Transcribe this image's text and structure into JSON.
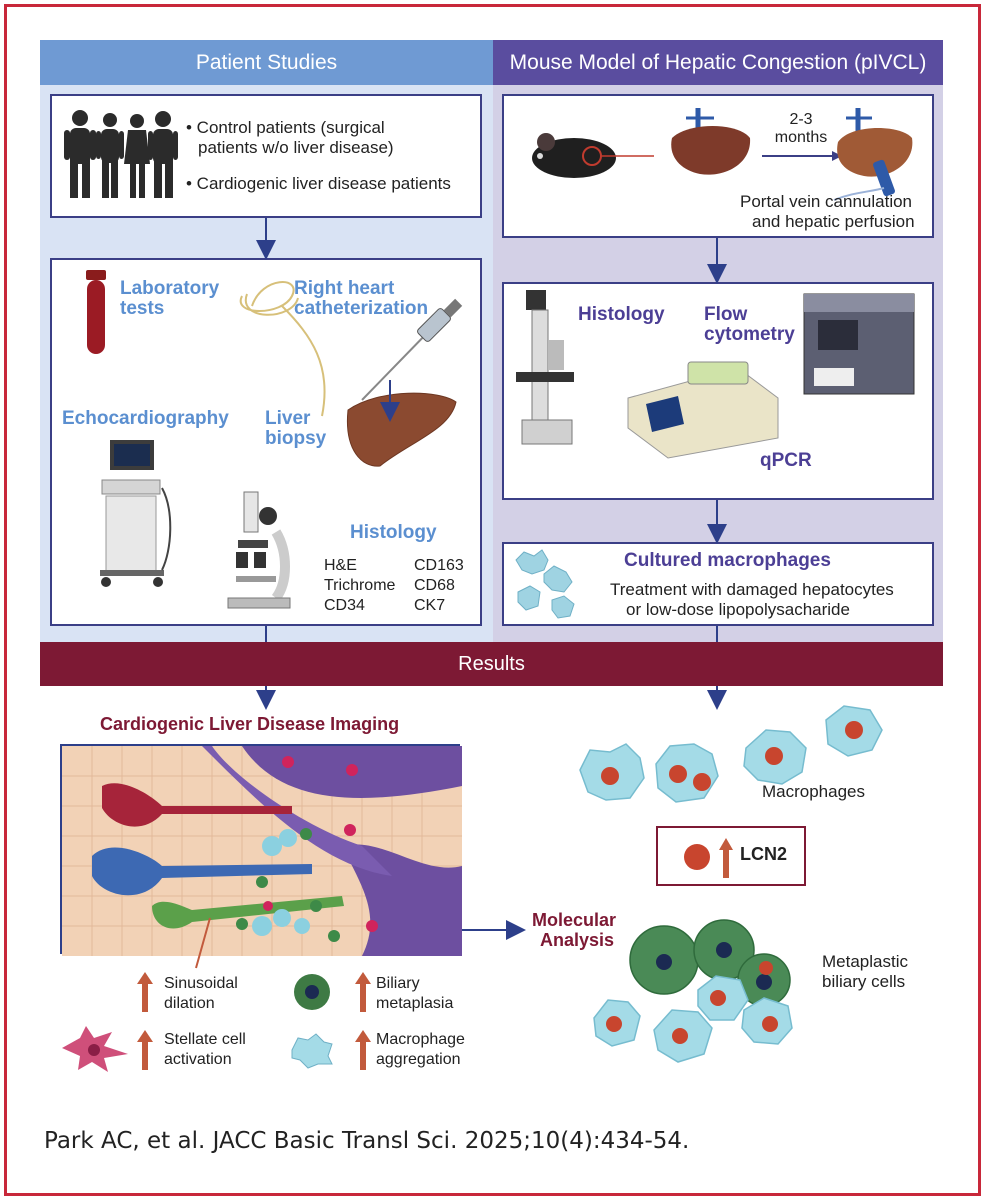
{
  "patient_studies": {
    "header": "Patient Studies",
    "cohort_bullets": [
      "• Control patients (surgical",
      "patients w/o liver disease)",
      "• Cardiogenic liver disease patients"
    ],
    "methods": {
      "lab_tests": [
        "Laboratory",
        "tests"
      ],
      "right_heart": [
        "Right heart",
        "catheterization"
      ],
      "echo": "Echocardiography",
      "biopsy": [
        "Liver",
        "biopsy"
      ],
      "histology_title": "Histology",
      "stains_col1": [
        "H&E",
        "Trichrome",
        "CD34"
      ],
      "stains_col2": [
        "CD163",
        "CD68",
        "CK7"
      ]
    }
  },
  "mouse_model": {
    "header": "Mouse Model of Hepatic Congestion (pIVCL)",
    "duration": [
      "2-3",
      "months"
    ],
    "perfusion": [
      "Portal vein cannulation",
      "and hepatic perfusion"
    ],
    "methods": {
      "histology": "Histology",
      "flow": [
        "Flow",
        "cytometry"
      ],
      "qpcr": "qPCR"
    },
    "macrophages": {
      "title": "Cultured macrophages",
      "treatment": [
        "Treatment with damaged hepatocytes",
        "or low-dose lipopolysacharide"
      ]
    }
  },
  "results": {
    "header": "Results",
    "imaging_title": "Cardiogenic Liver Disease Imaging",
    "legend": {
      "sinusoidal": [
        "Sinusoidal",
        "dilation"
      ],
      "biliary": [
        "Biliary",
        "metaplasia"
      ],
      "stellate": [
        "Stellate cell",
        "activation"
      ],
      "macrophage": [
        "Macrophage",
        "aggregation"
      ]
    },
    "molecular": [
      "Molecular",
      "Analysis"
    ],
    "macrophages_label": "Macrophages",
    "lcn2": "LCN2",
    "metaplastic": [
      "Metaplastic",
      "biliary cells"
    ]
  },
  "citation": "Park AC, et al. JACC Basic Transl Sci. 2025;10(4):434-54.",
  "colors": {
    "frame": "#c8283a",
    "left_panel": "#d9e3f4",
    "right_panel": "#d3d0e6",
    "left_header": "#6f9ad3",
    "right_header": "#5a4d9f",
    "results_bar": "#7d1934",
    "box_border": "#3b3f86",
    "up_arrow": "#c25a3c"
  }
}
